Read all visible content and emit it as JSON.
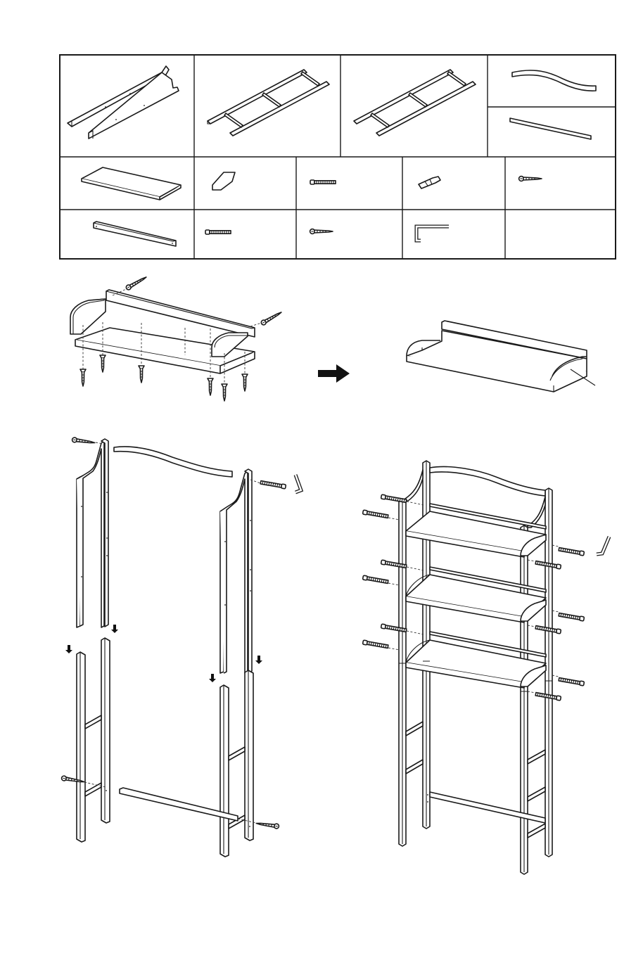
{
  "parts": [
    {
      "name": "upper-side-frames"
    },
    {
      "name": "lower-ladder-frame-a"
    },
    {
      "name": "lower-ladder-frame-b"
    },
    {
      "name": "curved-top-rail"
    },
    {
      "name": "straight-top-rail"
    },
    {
      "name": "shelf-panel"
    },
    {
      "name": "side-guard-block"
    },
    {
      "name": "long-bolt"
    },
    {
      "name": "wall-anchor"
    },
    {
      "name": "short-screw"
    },
    {
      "name": "back-guard-rail"
    },
    {
      "name": "cam-bolt"
    },
    {
      "name": "wood-screw"
    },
    {
      "name": "allen-key"
    }
  ],
  "steps": [
    {
      "name": "shelf-assembly"
    },
    {
      "name": "assembled-shelf"
    },
    {
      "name": "frame-assembly"
    },
    {
      "name": "final-assembly"
    }
  ],
  "icons": {
    "arrow": "right-arrow-icon",
    "down": "down-arrow-icon"
  }
}
